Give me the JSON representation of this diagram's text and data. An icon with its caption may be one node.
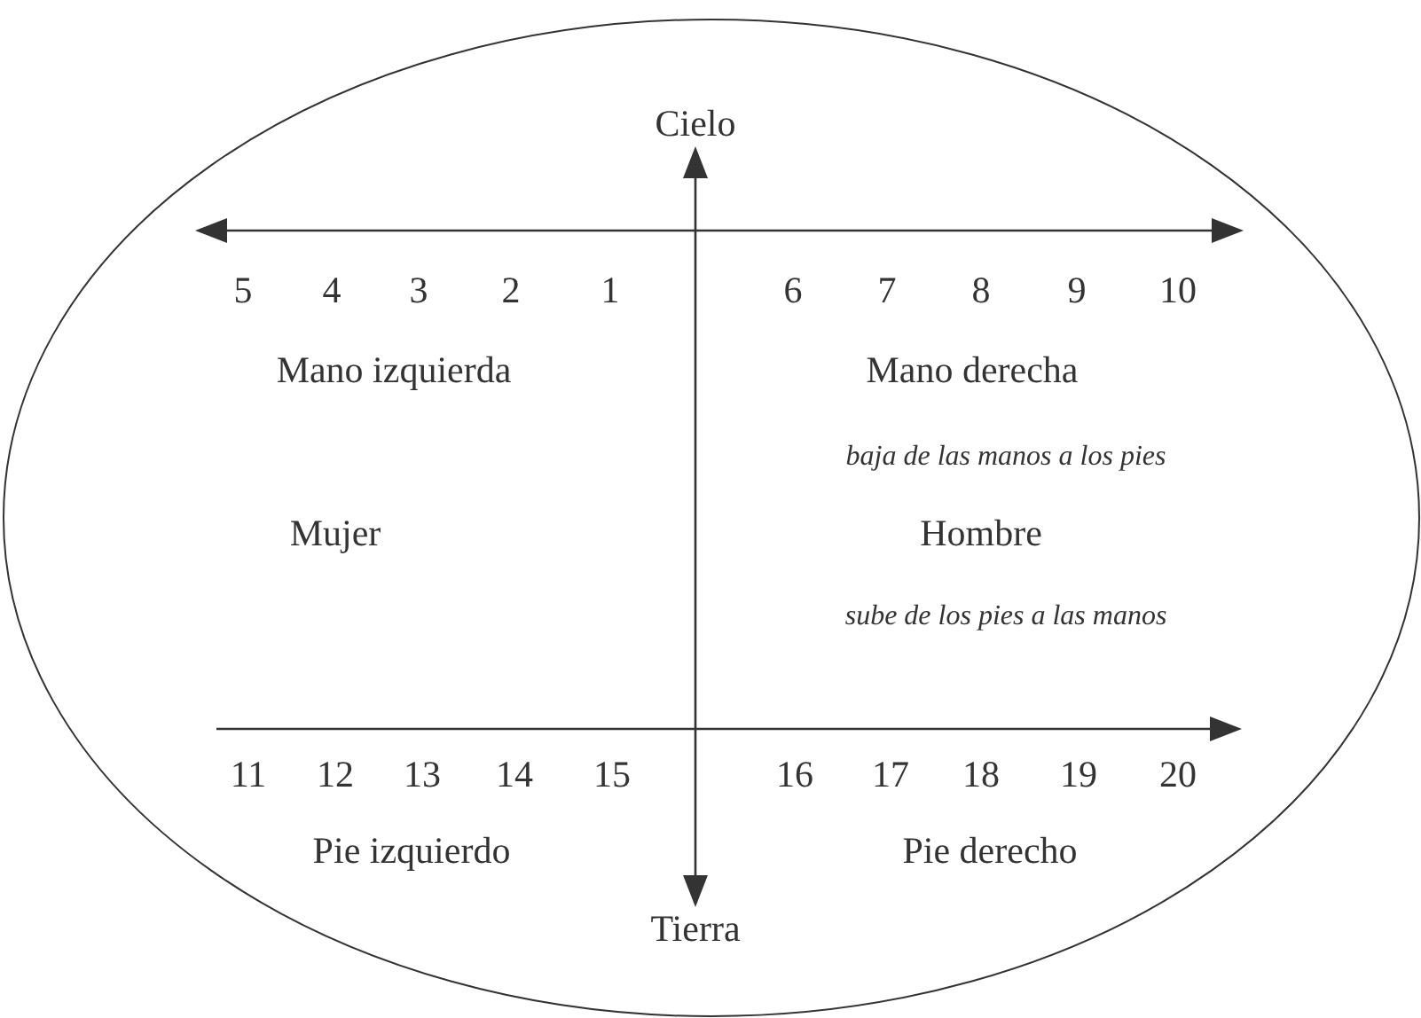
{
  "diagram": {
    "nodes": [
      {
        "text": [
          "Cielo"
        ]
      },
      {
        "text": [
          "Tierra"
        ]
      }
    ],
    "edges": [
      {
        "from": 0,
        "to": 1,
        "arrow": "both"
      }
    ],
    "labels": [
      "5",
      "4",
      "3",
      "2",
      "1",
      "6",
      "7",
      "8",
      "9",
      "10",
      "Mano izquierda",
      "Mano derecha",
      "baja de las manos a los pies",
      "Mujer",
      "Hombre",
      "sube de los pies a las manos",
      "11",
      "12",
      "13",
      "14",
      "15",
      "16",
      "17",
      "18",
      "19",
      "20",
      "Pie izquierdo",
      "Pie derecho"
    ]
  }
}
